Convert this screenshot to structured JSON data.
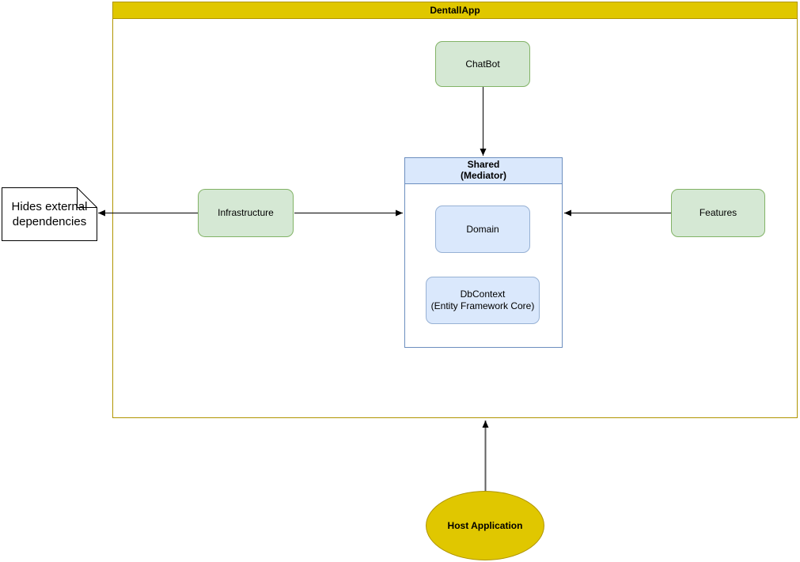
{
  "diagram": {
    "container": {
      "title": "DentallApp"
    },
    "nodes": {
      "chatbot": {
        "label": "ChatBot"
      },
      "shared": {
        "line1": "Shared",
        "line2": "(Mediator)"
      },
      "domain": {
        "label": "Domain"
      },
      "dbcontext": {
        "line1": "DbContext",
        "line2": "(Entity Framework Core)"
      },
      "infrastructure": {
        "label": "Infrastructure"
      },
      "features": {
        "label": "Features"
      },
      "note": {
        "label": "Hides external dependencies"
      },
      "host_application": {
        "label": "Host Application"
      }
    },
    "colors": {
      "yellow_fill": "#e0c700",
      "yellow_stroke": "#b09500",
      "green_fill": "#d5e8d4",
      "green_stroke": "#82b366",
      "blue_fill": "#dae8fc",
      "blue_stroke": "#6c8ebf",
      "blue_stroke_light": "#97b1d4",
      "note_stroke": "#000000",
      "arrow_color": "#000000",
      "host_arrow_color": "#616161"
    }
  }
}
